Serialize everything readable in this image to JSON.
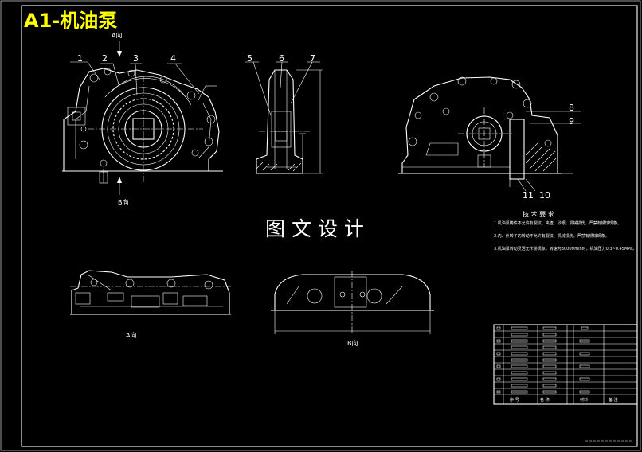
{
  "sheet": {
    "title": "A1-机油泵",
    "watermark": "图 文 设 计"
  },
  "view_labels": {
    "a_arrow_top": "A向",
    "b_arrow": "B向",
    "a_view": "A向",
    "b_view": "B向"
  },
  "callouts": [
    "1",
    "2",
    "3",
    "4",
    "5",
    "6",
    "7",
    "8",
    "9",
    "10",
    "11"
  ],
  "tech_requirements": {
    "heading": "技 术 要 求",
    "items": [
      "1.机油泵铸件不允许有裂纹、夹渣、砂眼、机械损伤，严禁有锈蚀现象。",
      "2.内、外转子的转动不允许有裂纹、机械损伤，严禁有锈蚀现象。",
      "3.机油泵转动灵活无卡滞现象，转速为3000r/min时，机油压力0.3~0.45MPa。"
    ]
  },
  "title_block": {
    "col_headers": [
      "序 号",
      "名 称",
      "材料",
      "备 注"
    ]
  }
}
